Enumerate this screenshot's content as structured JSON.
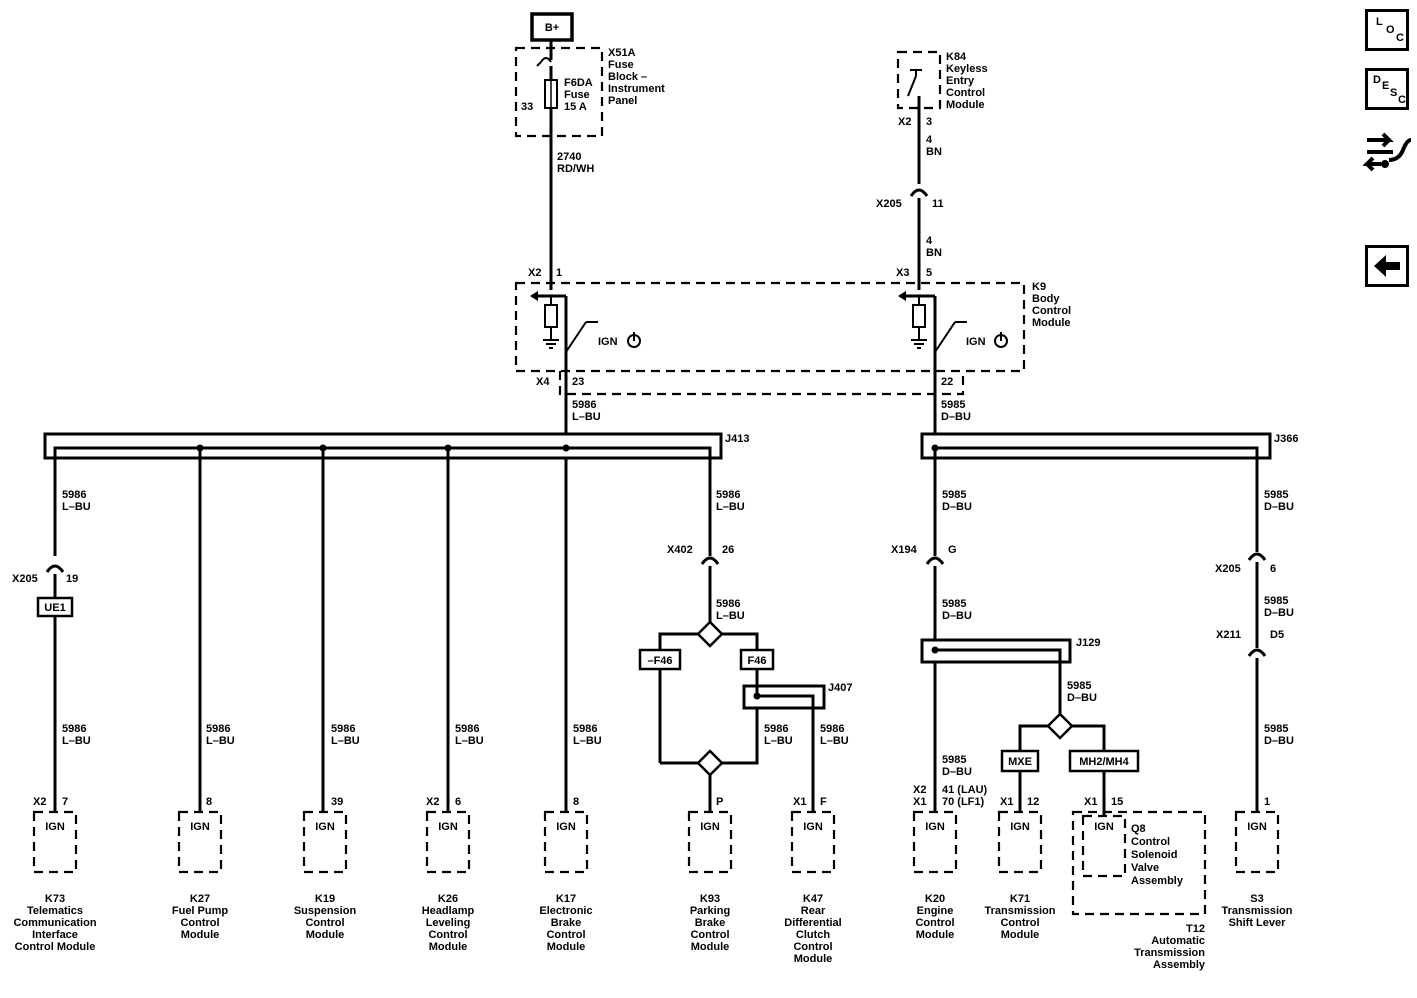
{
  "side_buttons": {
    "loc": [
      "L",
      "O",
      "C"
    ],
    "desc": [
      "D",
      "E",
      "S",
      "C"
    ],
    "icons": [
      "connector-icon",
      "back-arrow-icon"
    ]
  },
  "power": {
    "label": "B+"
  },
  "fuse_block": {
    "name": [
      "X51A",
      "Fuse",
      "Block –",
      "Instrument",
      "Panel"
    ],
    "fuse": [
      "F6DA",
      "Fuse",
      "15 A"
    ],
    "pin": "33",
    "wire": [
      "2740",
      "RD/WH"
    ]
  },
  "keyless": {
    "name": [
      "K84",
      "Keyless",
      "Entry",
      "Control",
      "Module"
    ],
    "conn": "X2",
    "pin": "3",
    "wire1": [
      "4",
      "BN"
    ],
    "inline_conn": "X205",
    "inline_pin": "11",
    "wire2": [
      "4",
      "BN"
    ]
  },
  "bcm": {
    "name": [
      "K9",
      "Body",
      "Control",
      "Module"
    ],
    "left_in": {
      "conn": "X2",
      "pin": "1"
    },
    "right_in": {
      "conn": "X3",
      "pin": "5"
    },
    "ign": "IGN",
    "left_out": {
      "conn": "X4",
      "pin": "23",
      "wire": [
        "5986",
        "L–BU"
      ]
    },
    "right_out": {
      "pin": "22",
      "wire": [
        "5985",
        "D–BU"
      ]
    }
  },
  "splices": {
    "j413": "J413",
    "j366": "J366",
    "j407": "J407",
    "j129": "J129"
  },
  "inline": {
    "x205_left": {
      "conn": "X205",
      "pin": "19"
    },
    "ue1": "UE1",
    "x402": {
      "conn": "X402",
      "pin": "26"
    },
    "f46_neg": "–F46",
    "f46": "F46",
    "x194": {
      "conn": "X194",
      "pin": "G"
    },
    "x205_right": {
      "conn": "X205",
      "pin": "6"
    },
    "x211": {
      "conn": "X211",
      "pin": "D5"
    },
    "mxe": "MXE",
    "mh2": "MH2/MH4"
  },
  "wires": {
    "l_bu": [
      "5986",
      "L–BU"
    ],
    "d_bu": [
      "5985",
      "D–BU"
    ]
  },
  "modules": [
    {
      "conn": "X2",
      "pin": "7",
      "ign": "IGN",
      "name": [
        "K73",
        "Telematics",
        "Communication",
        "Interface",
        "Control Module"
      ]
    },
    {
      "conn": "",
      "pin": "8",
      "ign": "IGN",
      "name": [
        "K27",
        "Fuel Pump",
        "Control",
        "Module"
      ]
    },
    {
      "conn": "",
      "pin": "39",
      "ign": "IGN",
      "name": [
        "K19",
        "Suspension",
        "Control",
        "Module"
      ]
    },
    {
      "conn": "X2",
      "pin": "6",
      "ign": "IGN",
      "name": [
        "K26",
        "Headlamp",
        "Leveling",
        "Control",
        "Module"
      ]
    },
    {
      "conn": "",
      "pin": "8",
      "ign": "IGN",
      "name": [
        "K17",
        "Electronic",
        "Brake",
        "Control",
        "Module"
      ]
    },
    {
      "conn": "",
      "pin": "P",
      "ign": "IGN",
      "name": [
        "K93",
        "Parking",
        "Brake",
        "Control",
        "Module"
      ]
    },
    {
      "conn": "X1",
      "pin": "F",
      "ign": "IGN",
      "name": [
        "K47",
        "Rear",
        "Differential",
        "Clutch",
        "Control",
        "Module"
      ]
    },
    {
      "conn": "X2",
      "conn2": "X1",
      "pin": "41 (LAU)",
      "pin2": "70 (LF1)",
      "ign": "IGN",
      "name": [
        "K20",
        "Engine",
        "Control",
        "Module"
      ]
    },
    {
      "conn": "X1",
      "pin": "12",
      "ign": "IGN",
      "name": [
        "K71",
        "Transmission",
        "Control",
        "Module"
      ]
    },
    {
      "conn": "X1",
      "pin": "15",
      "ign": "IGN",
      "name": [
        "Q8",
        "Control",
        "Solenoid",
        "Valve",
        "Assembly"
      ]
    },
    {
      "conn": "",
      "pin": "1",
      "ign": "IGN",
      "name": [
        "S3",
        "Transmission",
        "Shift Lever"
      ]
    }
  ],
  "t12": [
    "T12",
    "Automatic",
    "Transmission",
    "Assembly"
  ]
}
